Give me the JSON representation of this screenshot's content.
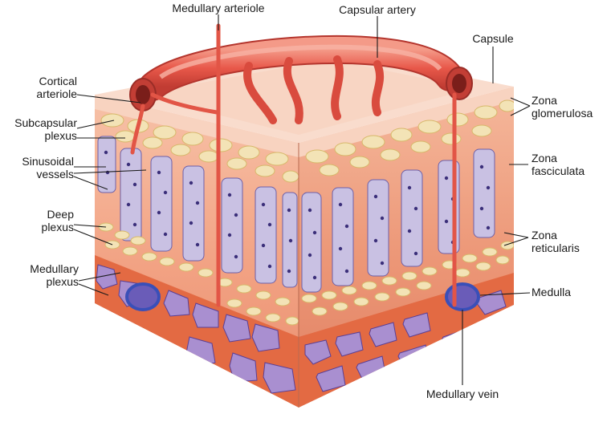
{
  "labels": {
    "medullary_arteriole": "Medullary arteriole",
    "capsular_artery": "Capsular artery",
    "capsule": "Capsule",
    "cortical_arteriole_1": "Cortical",
    "cortical_arteriole_2": "arteriole",
    "subcapsular_plexus_1": "Subcapsular",
    "subcapsular_plexus_2": "plexus",
    "sinusoidal_vessels_1": "Sinusoidal",
    "sinusoidal_vessels_2": "vessels",
    "deep_plexus_1": "Deep",
    "deep_plexus_2": "plexus",
    "medullary_plexus_1": "Medullary",
    "medullary_plexus_2": "plexus",
    "zona_glomerulosa_1": "Zona",
    "zona_glomerulosa_2": "glomerulosa",
    "zona_fasciculata_1": "Zona",
    "zona_fasciculata_2": "fasciculata",
    "zona_reticularis_1": "Zona",
    "zona_reticularis_2": "reticularis",
    "medulla": "Medulla",
    "medullary_vein": "Medullary vein"
  },
  "colors": {
    "capsule": "#f8d3c0",
    "cortex": "#f2a283",
    "cortex_dark": "#e5805f",
    "cells": "#c9c1e3",
    "cell_nucleus": "#3b2f7a",
    "plexus_cell": "#f3e3b6",
    "medulla": "#a98fd0",
    "medulla_stroma": "#e36a43",
    "vessel": "#e8584a",
    "vein": "#3a4fb8"
  }
}
